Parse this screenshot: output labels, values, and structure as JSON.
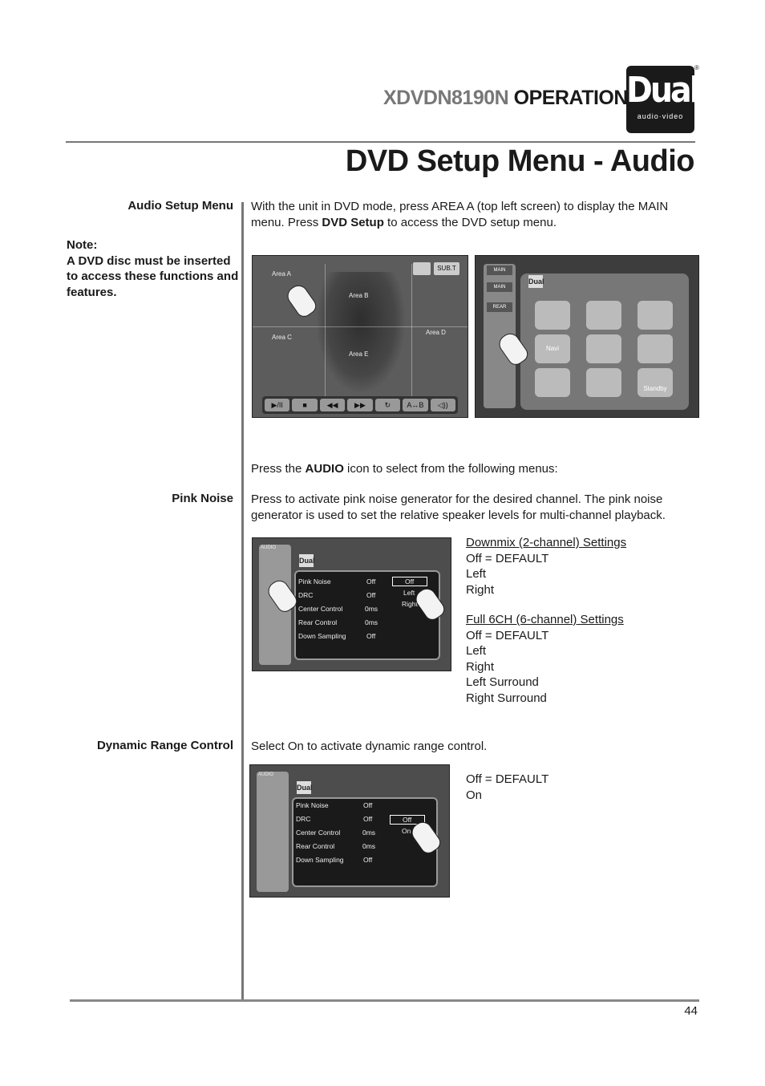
{
  "header": {
    "model": "XDVDN8190N",
    "section": "OPERATION",
    "logo_text": "Dual",
    "logo_sub": "audio·video",
    "reg": "®"
  },
  "page_title": "DVD Setup Menu - Audio",
  "page_number": "44",
  "sections": {
    "audio_setup": {
      "heading": "Audio Setup Menu",
      "text_a": "With the unit in DVD mode, press AREA A (top left screen) to display the MAIN menu. Press ",
      "text_bold": "DVD Setup",
      "text_b": " to access the DVD setup menu."
    },
    "note": {
      "label": "Note:",
      "text": "A DVD disc must be inserted to access these functions and features."
    },
    "press_audio": {
      "text_a": "Press the ",
      "text_bold": "AUDIO",
      "text_b": " icon to select from the following menus:"
    },
    "pink_noise": {
      "heading": "Pink Noise",
      "text": "Press to activate pink noise generator for the desired channel. The pink noise generator is used to set the relative speaker levels for multi-channel playback.",
      "downmix_title": "Downmix (2-channel) Settings",
      "downmix_options": [
        "Off = DEFAULT",
        "Left",
        "Right"
      ],
      "full6ch_title": "Full 6CH (6-channel) Settings",
      "full6ch_options": [
        "Off = DEFAULT",
        "Left",
        "Right",
        "Left Surround",
        "Right Surround"
      ]
    },
    "drc": {
      "heading": "Dynamic Range Control",
      "text": "Select On to activate dynamic range control.",
      "options": [
        "Off = DEFAULT",
        "On"
      ]
    }
  },
  "screens": {
    "dvd": {
      "areas": [
        "Area A",
        "Area B",
        "Area C",
        "Area D",
        "Area E"
      ],
      "subt": "SUB.T",
      "controls": [
        "▶/II",
        "■",
        "◀◀",
        "▶▶",
        "↻",
        "A↔B",
        "◁))"
      ]
    },
    "main_menu": {
      "tabs": [
        "MAIN",
        "MAIN",
        "REAR"
      ],
      "brand": "Dual",
      "tile_labels": [
        "Navi",
        "Standby"
      ]
    },
    "audio_menu_1": {
      "tag": "AUDIO",
      "brand": "Dual",
      "rows": [
        {
          "label": "Pink Noise",
          "value": "Off"
        },
        {
          "label": "DRC",
          "value": "Off"
        },
        {
          "label": "Center Control",
          "value": "0ms"
        },
        {
          "label": "Rear  Control",
          "value": "0ms"
        },
        {
          "label": "Down  Sampling",
          "value": "Off"
        }
      ],
      "choices": [
        "Off",
        "Left",
        "Right"
      ]
    },
    "audio_menu_2": {
      "tag": "AUDIO",
      "brand": "Dual",
      "rows": [
        {
          "label": "Pink Noise",
          "value": "Off"
        },
        {
          "label": "DRC",
          "value": "Off"
        },
        {
          "label": "Center Control",
          "value": "0ms"
        },
        {
          "label": "Rear  Control",
          "value": "0ms"
        },
        {
          "label": "Down  Sampling",
          "value": "Off"
        }
      ],
      "choices": [
        "Off",
        "On"
      ]
    }
  }
}
